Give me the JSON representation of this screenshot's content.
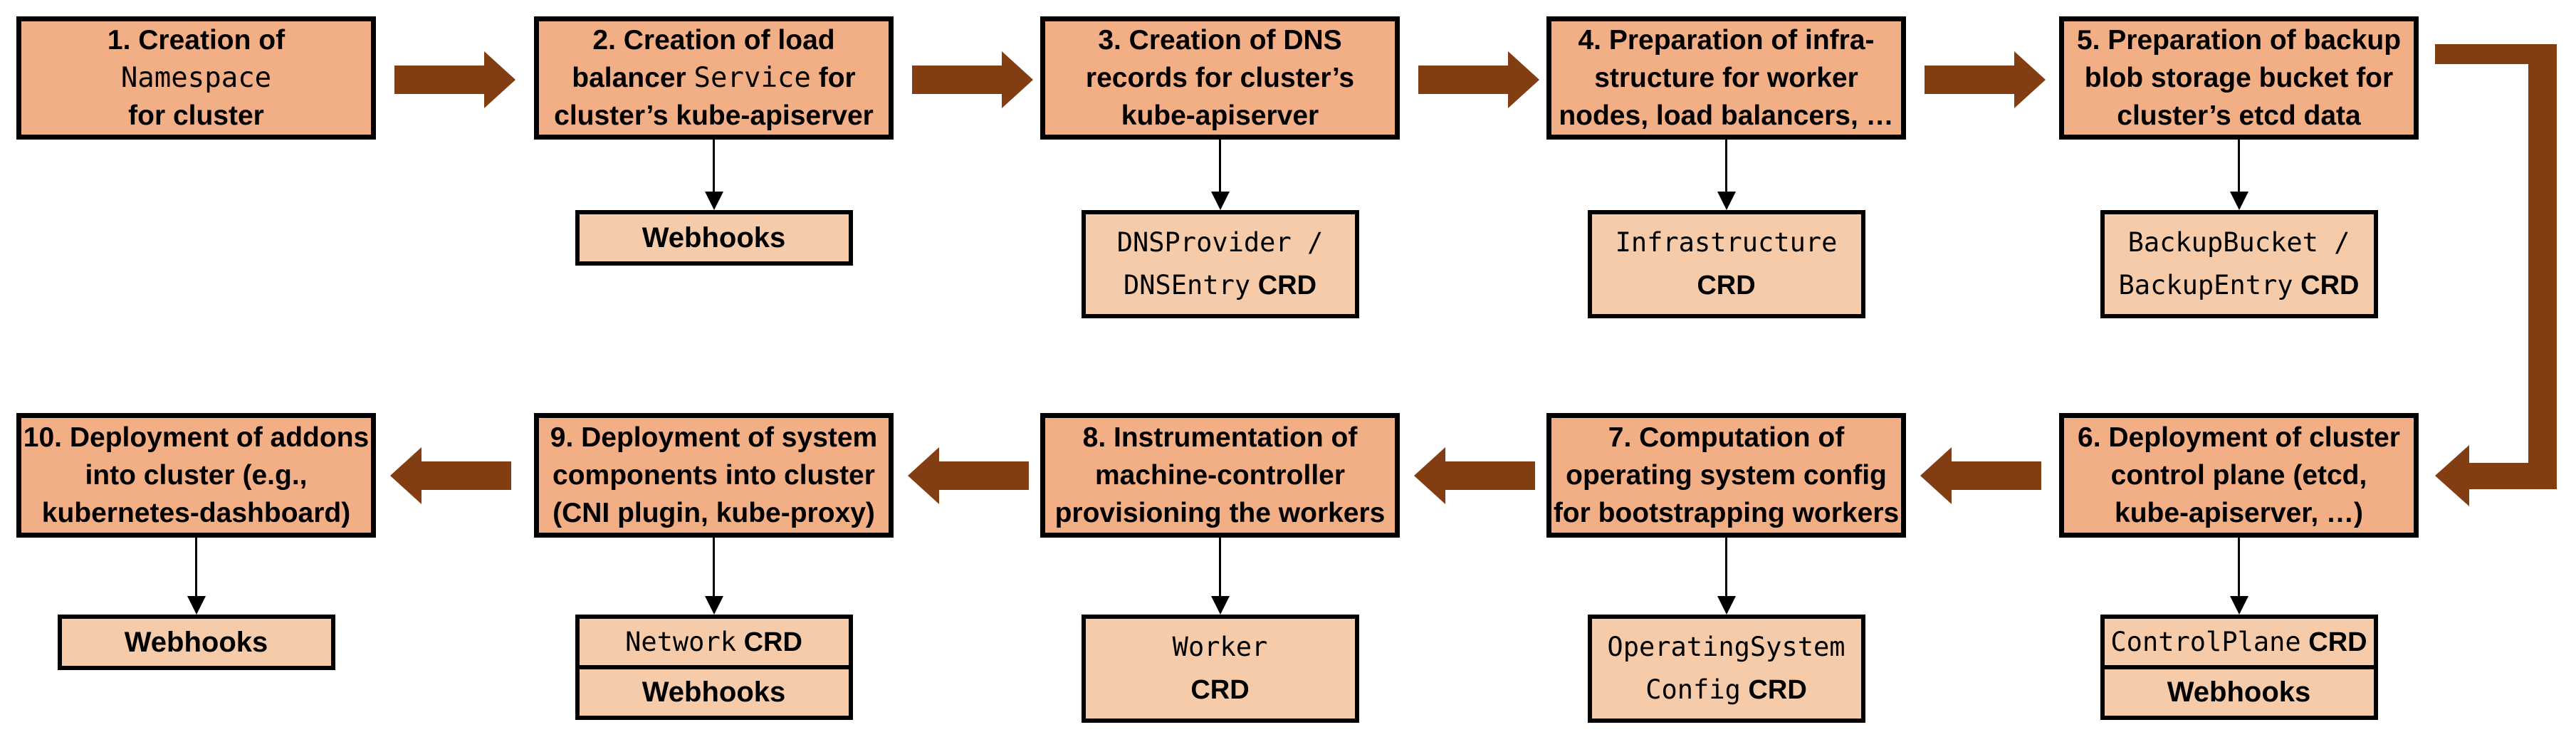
{
  "colors": {
    "background": "#FFFFFF",
    "main_box_fill": "#F2AE84",
    "sub_box_fill": "#F6CBA9",
    "box_border": "#000000",
    "flow_arrow_brown": "#833D13",
    "connector_black": "#000000",
    "text": "#000000"
  },
  "rows": [
    {
      "name": "top",
      "arrow_direction": "right",
      "steps": [
        {
          "number": 1,
          "title_lines": [
            [
              {
                "text": "1. Creation of",
                "style": "bold"
              }
            ],
            [
              {
                "text": "Namespace",
                "style": "mono"
              }
            ],
            [
              {
                "text": "for cluster",
                "style": "bold"
              }
            ]
          ],
          "sub_boxes": []
        },
        {
          "number": 2,
          "title_lines": [
            [
              {
                "text": "2. Creation of load",
                "style": "bold"
              }
            ],
            [
              {
                "text": "balancer ",
                "style": "bold"
              },
              {
                "text": "Service",
                "style": "mono"
              },
              {
                "text": " for",
                "style": "bold"
              }
            ],
            [
              {
                "text": "cluster’s kube-apiserver",
                "style": "bold"
              }
            ]
          ],
          "sub_boxes": [
            {
              "kind": "webhooks",
              "size": "single",
              "lines": [
                [
                  {
                    "text": "Webhooks",
                    "style": "bold"
                  }
                ]
              ]
            }
          ]
        },
        {
          "number": 3,
          "title_lines": [
            [
              {
                "text": "3. Creation of DNS",
                "style": "bold"
              }
            ],
            [
              {
                "text": "records for cluster’s",
                "style": "bold"
              }
            ],
            [
              {
                "text": "kube-apiserver",
                "style": "bold"
              }
            ]
          ],
          "sub_boxes": [
            {
              "kind": "crd",
              "size": "tall",
              "lines": [
                [
                  {
                    "text": "DNSProvider /",
                    "style": "mono"
                  }
                ],
                [
                  {
                    "text": "DNSEntry",
                    "style": "mono"
                  },
                  {
                    "text": " CRD",
                    "style": "bold"
                  }
                ]
              ]
            }
          ]
        },
        {
          "number": 4,
          "title_lines": [
            [
              {
                "text": "4. Preparation of infra-",
                "style": "bold"
              }
            ],
            [
              {
                "text": "structure for worker",
                "style": "bold"
              }
            ],
            [
              {
                "text": "nodes, load balancers, …",
                "style": "bold"
              }
            ]
          ],
          "sub_boxes": [
            {
              "kind": "crd",
              "size": "tall",
              "lines": [
                [
                  {
                    "text": "Infrastructure",
                    "style": "mono"
                  }
                ],
                [
                  {
                    "text": "CRD",
                    "style": "bold"
                  }
                ]
              ]
            }
          ]
        },
        {
          "number": 5,
          "title_lines": [
            [
              {
                "text": "5. Preparation of backup",
                "style": "bold"
              }
            ],
            [
              {
                "text": "blob storage bucket for",
                "style": "bold"
              }
            ],
            [
              {
                "text": "cluster’s etcd data",
                "style": "bold"
              }
            ]
          ],
          "sub_boxes": [
            {
              "kind": "crd",
              "size": "tall",
              "lines": [
                [
                  {
                    "text": "BackupBucket /",
                    "style": "mono"
                  }
                ],
                [
                  {
                    "text": "BackupEntry",
                    "style": "mono"
                  },
                  {
                    "text": " CRD",
                    "style": "bold"
                  }
                ]
              ]
            }
          ]
        }
      ]
    },
    {
      "name": "bottom",
      "arrow_direction": "left",
      "steps": [
        {
          "number": 10,
          "title_lines": [
            [
              {
                "text": "10. Deployment of addons",
                "style": "bold"
              }
            ],
            [
              {
                "text": "into cluster (e.g.,",
                "style": "bold"
              }
            ],
            [
              {
                "text": "kubernetes-dashboard)",
                "style": "bold"
              }
            ]
          ],
          "sub_boxes": [
            {
              "kind": "webhooks",
              "size": "single",
              "lines": [
                [
                  {
                    "text": "Webhooks",
                    "style": "bold"
                  }
                ]
              ]
            }
          ]
        },
        {
          "number": 9,
          "title_lines": [
            [
              {
                "text": "9. Deployment of system",
                "style": "bold"
              }
            ],
            [
              {
                "text": "components into cluster",
                "style": "bold"
              }
            ],
            [
              {
                "text": "(CNI plugin, kube-proxy)",
                "style": "bold"
              }
            ]
          ],
          "sub_boxes": [
            {
              "kind": "crd",
              "size": "half",
              "lines": [
                [
                  {
                    "text": "Network",
                    "style": "mono"
                  },
                  {
                    "text": " CRD",
                    "style": "bold"
                  }
                ]
              ]
            },
            {
              "kind": "webhooks",
              "size": "half",
              "lines": [
                [
                  {
                    "text": "Webhooks",
                    "style": "bold"
                  }
                ]
              ]
            }
          ]
        },
        {
          "number": 8,
          "title_lines": [
            [
              {
                "text": "8. Instrumentation of",
                "style": "bold"
              }
            ],
            [
              {
                "text": "machine-controller",
                "style": "bold"
              }
            ],
            [
              {
                "text": "provisioning the workers",
                "style": "bold"
              }
            ]
          ],
          "sub_boxes": [
            {
              "kind": "crd",
              "size": "tall",
              "lines": [
                [
                  {
                    "text": "Worker",
                    "style": "mono"
                  }
                ],
                [
                  {
                    "text": "CRD",
                    "style": "bold"
                  }
                ]
              ]
            }
          ]
        },
        {
          "number": 7,
          "title_lines": [
            [
              {
                "text": "7. Computation of",
                "style": "bold"
              }
            ],
            [
              {
                "text": "operating system config",
                "style": "bold"
              }
            ],
            [
              {
                "text": "for bootstrapping workers",
                "style": "bold"
              }
            ]
          ],
          "sub_boxes": [
            {
              "kind": "crd",
              "size": "tall",
              "lines": [
                [
                  {
                    "text": "OperatingSystem",
                    "style": "mono"
                  }
                ],
                [
                  {
                    "text": "Config",
                    "style": "mono"
                  },
                  {
                    "text": " CRD",
                    "style": "bold"
                  }
                ]
              ]
            }
          ]
        },
        {
          "number": 6,
          "title_lines": [
            [
              {
                "text": "6. Deployment of cluster",
                "style": "bold"
              }
            ],
            [
              {
                "text": "control plane (etcd,",
                "style": "bold"
              }
            ],
            [
              {
                "text": "kube-apiserver, …)",
                "style": "bold"
              }
            ]
          ],
          "sub_boxes": [
            {
              "kind": "crd",
              "size": "half",
              "lines": [
                [
                  {
                    "text": "ControlPlane",
                    "style": "mono"
                  },
                  {
                    "text": " CRD",
                    "style": "bold"
                  }
                ]
              ]
            },
            {
              "kind": "webhooks",
              "size": "half",
              "lines": [
                [
                  {
                    "text": "Webhooks",
                    "style": "bold"
                  }
                ]
              ]
            }
          ]
        }
      ]
    }
  ],
  "elbow_connector": {
    "from_step": 5,
    "to_step": 6
  }
}
